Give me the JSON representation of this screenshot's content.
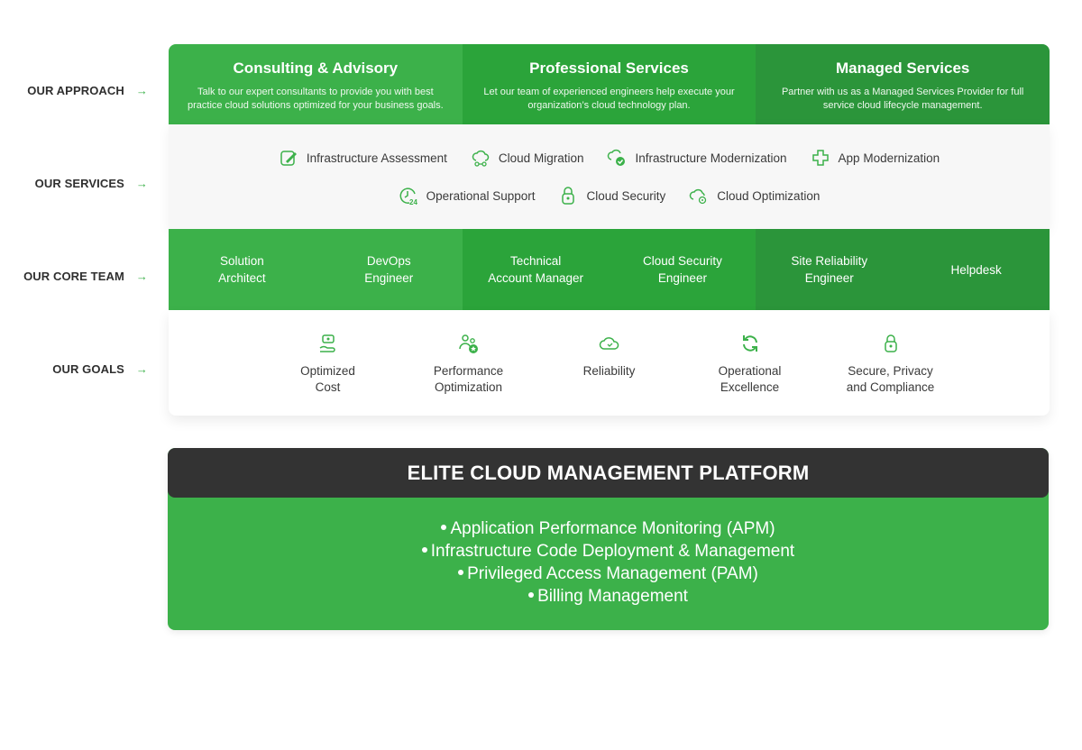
{
  "rows": [
    {
      "label": "OUR APPROACH",
      "arrow": "→"
    },
    {
      "label": "OUR SERVICES",
      "arrow": "→"
    },
    {
      "label": "OUR CORE TEAM",
      "arrow": "→"
    },
    {
      "label": "OUR GOALS",
      "arrow": "→"
    }
  ],
  "approach": [
    {
      "title": "Consulting & Advisory",
      "text": "Talk to our expert consultants to provide you with best practice cloud solutions optimized for your business goals."
    },
    {
      "title": "Professional Services",
      "text": "Let our team of experienced engineers help execute your organization’s cloud technology plan."
    },
    {
      "title": "Managed Services",
      "text": "Partner with us as a Managed Services Provider for full service cloud lifecycle management."
    }
  ],
  "services": [
    {
      "label": "Infrastructure Assessment",
      "icon": "assessment-icon"
    },
    {
      "label": "Cloud Migration",
      "icon": "cloud-migration-icon"
    },
    {
      "label": "Infrastructure Modernization",
      "icon": "cloud-check-icon"
    },
    {
      "label": "App Modernization",
      "icon": "app-modernization-icon"
    },
    {
      "label": "Operational Support",
      "icon": "support-24-icon"
    },
    {
      "label": "Cloud Security",
      "icon": "lock-icon"
    },
    {
      "label": "Cloud Optimization",
      "icon": "cloud-optimization-icon"
    }
  ],
  "team": [
    "Solution\nArchitect",
    "DevOps\nEngineer",
    "Technical\nAccount Manager",
    "Cloud Security\nEngineer",
    "Site Reliability\nEngineer",
    "Helpdesk"
  ],
  "goals": [
    {
      "label": "Optimized\nCost",
      "icon": "cost-icon"
    },
    {
      "label": "Performance\nOptimization",
      "icon": "performance-icon"
    },
    {
      "label": "Reliability",
      "icon": "reliability-cloud-icon"
    },
    {
      "label": "Operational\nExcellence",
      "icon": "refresh-icon"
    },
    {
      "label": "Secure, Privacy\nand Compliance",
      "icon": "lock-icon"
    }
  ],
  "platform": {
    "title": "ELITE CLOUD MANAGEMENT PLATFORM",
    "items": [
      "Application Performance Monitoring (APM)",
      "Infrastructure Code Deployment & Management",
      "Privileged Access Management (PAM)",
      "Billing Management"
    ]
  },
  "colors": {
    "green": "#3cb14a",
    "green_mid": "#2ba43a",
    "green_dark": "#2b953a",
    "charcoal": "#333333"
  }
}
